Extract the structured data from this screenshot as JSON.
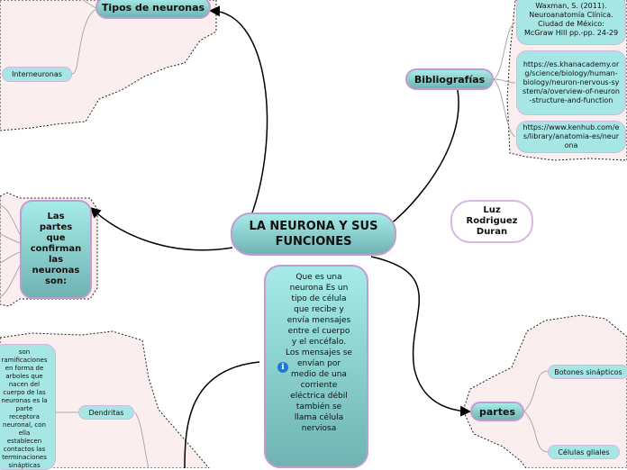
{
  "central": {
    "title": "LA NEURONA Y SUS FUNCIONES"
  },
  "topics": {
    "tipos": "Tipos de neuronas",
    "interneuronas": "Interneuronas",
    "partes_title": "Las partes que confirman las neuronas son:",
    "dendritas": "Dendritas",
    "dendritas_desc": "son ramificaciones en forma de arboles que nacen del cuerpo de las neuronas es la parte receptora neuronal, con ella establecen contactos las terminaciones sinápticas",
    "definicion": "Que es una neurona Es un tipo de célula que recibe y envía mensajes entre el cuerpo y el encéfalo. Los mensajes se envían por medio de una corriente eléctrica débil también se llama célula nerviosa",
    "bibliografias": "Bibliografías",
    "bib_1": "Waxman, S. (2011). Neuroanatomía Clínica. Ciudad de México: McGraw Hill pp.-pp. 24-29",
    "bib_2": "https://es.khanacademy.org/science/biology/human-biology/neuron-nervous-system/a/overview-of-neuron-structure-and-function",
    "bib_3": "https://www.kenhub.com/es/library/anatomia-es/neurona",
    "author": "Luz Rodriguez Duran",
    "partes": "partes",
    "botones": "Botones sinápticos",
    "glia": "Células gliales"
  },
  "icons": {
    "info": "info-icon"
  },
  "colors": {
    "node_fill_top": "#a6ebe8",
    "node_fill_bottom": "#6fb4b2",
    "node_border": "#c49bd0",
    "region_fill": "#fbeeee",
    "connector": "#000000"
  }
}
